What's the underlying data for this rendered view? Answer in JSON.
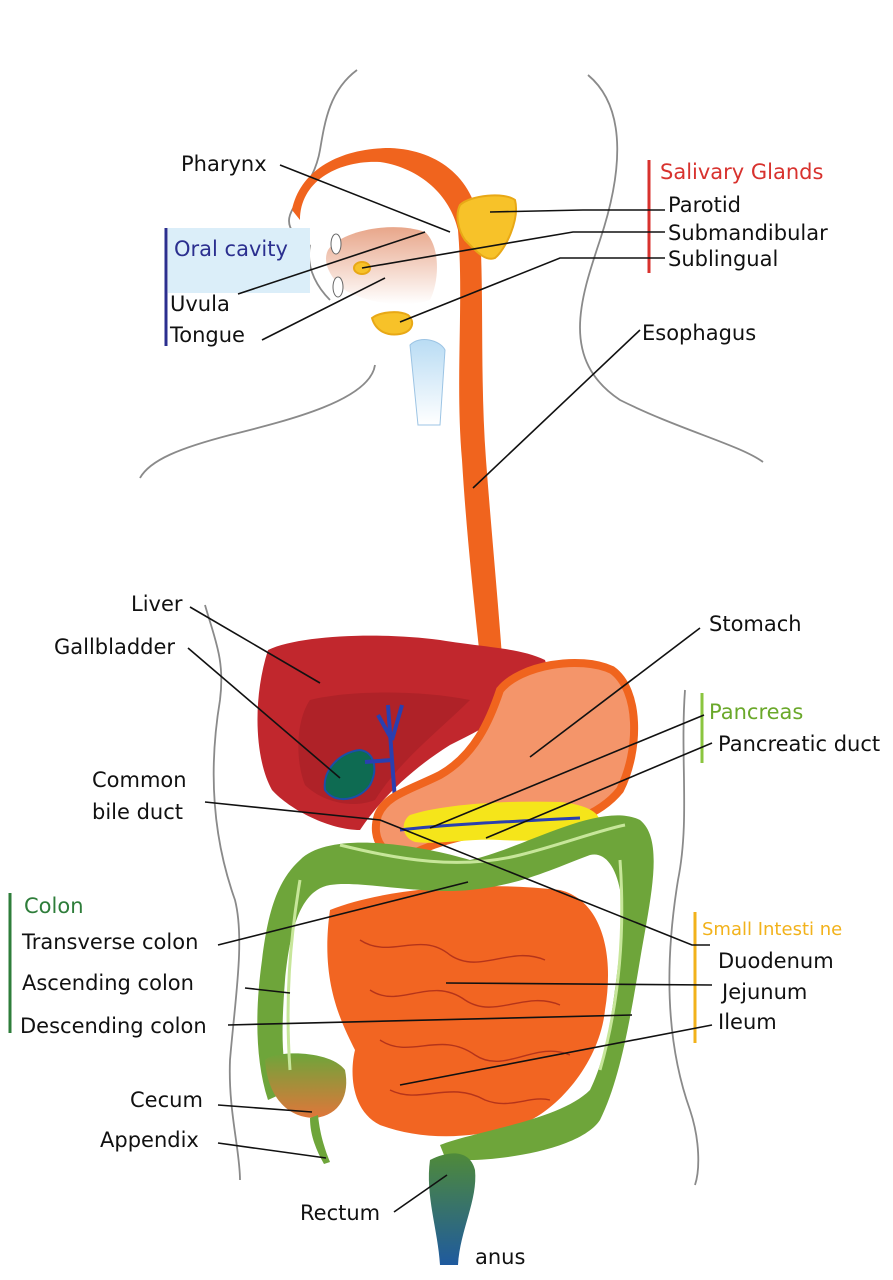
{
  "labels": {
    "pharynx": "Pharynx",
    "oral_cavity": "Oral cavity",
    "uvula": "Uvula",
    "tongue": "Tongue",
    "salivary_glands": "Salivary Glands",
    "parotid": "Parotid",
    "submandibular": "Submandibular",
    "sublingual": "Sublingual",
    "esophagus": "Esophagus",
    "liver": "Liver",
    "gallbladder": "Gallbladder",
    "stomach": "Stomach",
    "pancreas": "Pancreas",
    "pancreatic_duct": "Pancreatic duct",
    "common_bile_duct_1": "Common",
    "common_bile_duct_2": "bile duct",
    "colon": "Colon",
    "transverse_colon": "Transverse colon",
    "ascending_colon": "Ascending colon",
    "descending_colon": "Descending colon",
    "cecum": "Cecum",
    "appendix": "Appendix",
    "small_intestine": "Small Intesti ne",
    "duodenum": "Duodenum",
    "jejunum": "Jejunum",
    "ileum": "Ileum",
    "rectum": "Rectum",
    "anus": "anus"
  },
  "colors": {
    "esophagus": "#f0641e",
    "liver": "#c1272d",
    "stomach": "#f4956a",
    "small_intestine": "#f26522",
    "colon": "#6ea53a",
    "pancreas": "#f5e51a",
    "salivary": "#f7c229",
    "oral_group": "#2b2f8f",
    "salivary_group": "#d8322e",
    "pancreas_group": "#8bc53f",
    "colon_group": "#2e7d3a",
    "intestine_group": "#f2b21b"
  }
}
